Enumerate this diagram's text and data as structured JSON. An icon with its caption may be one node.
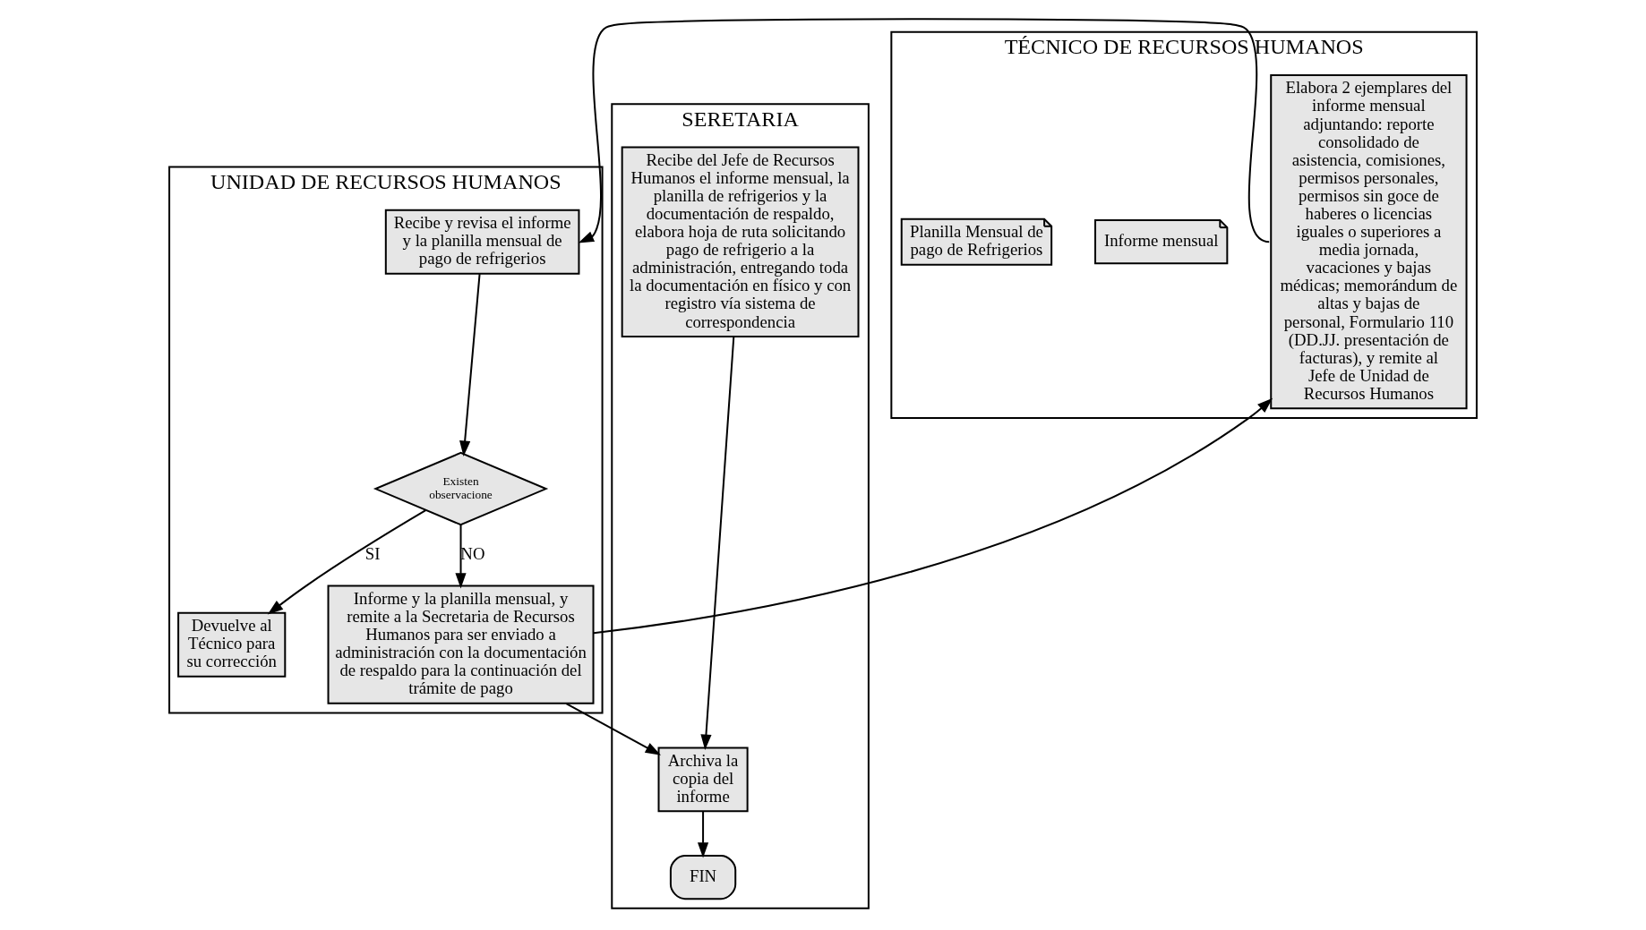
{
  "diagram": {
    "nodes": [
      {
        "text": [
          "UNIDAD DE RECURSOS HUMANOS"
        ]
      },
      {
        "text": [
          "Recibe y revisa el informe y la planilla mensual de pago de refrigerios"
        ],
        "in": 0
      },
      {
        "text": [
          "Existen observacione"
        ],
        "in": 0
      },
      {
        "text": [
          "Devuelve al Técnico para su corrección"
        ],
        "in": 0
      },
      {
        "text": [
          "Informe y la planilla mensual, y remite a la Secretaria de Recursos Humanos para ser enviado a administración con la documentación de respaldo para la continuación del trámite de pago"
        ],
        "in": 0
      },
      {
        "text": [
          "TÉCNICO DE RECURSOS HUMANOS"
        ]
      },
      {
        "text": [
          "Elabora 2 ejemplares del informe mensual adjuntando: reporte consolidado de asistencia, comisiones, permisos personales, permisos sin goce de haberes o licencias iguales o superiores a media jornada, vacaciones y bajas médicas; memorándum de altas y bajas de personal, Formulario 110 (DD.JJ. presentación de facturas), y remite al Jefe de Unidad de Recursos Humanos"
        ],
        "in": 5
      },
      {
        "text": [
          "Informe mensual"
        ],
        "in": 5
      },
      {
        "text": [
          "Planilla Mensual de pago de Refrigerios"
        ],
        "in": 5
      },
      {
        "text": [
          "SERETARIA"
        ]
      },
      {
        "text": [
          "Recibe del Jefe de Recursos Humanos el informe mensual, la planilla de refrigerios y la documentación de respaldo, elabora hoja de ruta solicitando pago de refrigerio a la administración, entregando toda la documentación en físico y con registro vía sistema de correspondencia"
        ],
        "in": 9
      },
      {
        "text": [
          "Archiva la copia del informe"
        ],
        "in": 9
      },
      {
        "text": [
          "FIN"
        ],
        "in": 9
      }
    ],
    "edges": [
      {
        "from": 6,
        "to": 1,
        "arrow": "to"
      },
      {
        "from": 1,
        "to": 2,
        "arrow": "to"
      },
      {
        "from": 2,
        "to": 3,
        "arrow": "to",
        "label": "SI"
      },
      {
        "from": 2,
        "to": 4,
        "arrow": "to",
        "label": "NO"
      },
      {
        "from": 4,
        "to": 6,
        "arrow": "to"
      },
      {
        "from": 4,
        "to": 11,
        "arrow": "to"
      },
      {
        "from": 10,
        "to": 11,
        "arrow": "to"
      },
      {
        "from": 11,
        "to": 12,
        "arrow": "to"
      }
    ]
  }
}
